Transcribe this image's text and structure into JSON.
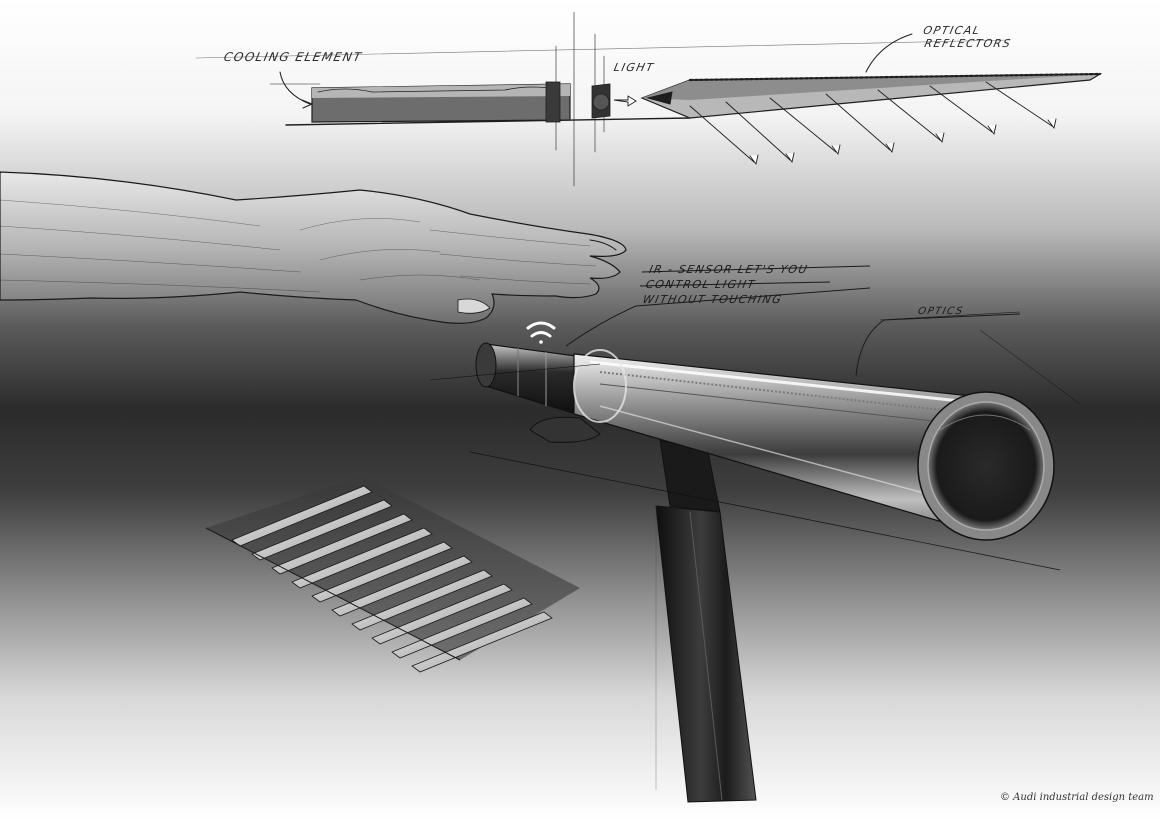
{
  "labels": {
    "cooling_element": "COOLING ELEMENT",
    "light": "LIGHT",
    "optical_reflectors": [
      "OPTICAL",
      "REFLECTORS"
    ],
    "ir_sensor": [
      "IR - SENSOR LET'S YOU",
      "CONTROL LIGHT",
      "WITHOUT TOUCHING"
    ],
    "optics": "OPTICS"
  },
  "credit": "© Audi industrial design team",
  "colors": {
    "ink": "#1e1e1e",
    "background_top": "#ffffff",
    "background_mid": "#2b2b2b",
    "background_bottom": "#ffffff"
  }
}
